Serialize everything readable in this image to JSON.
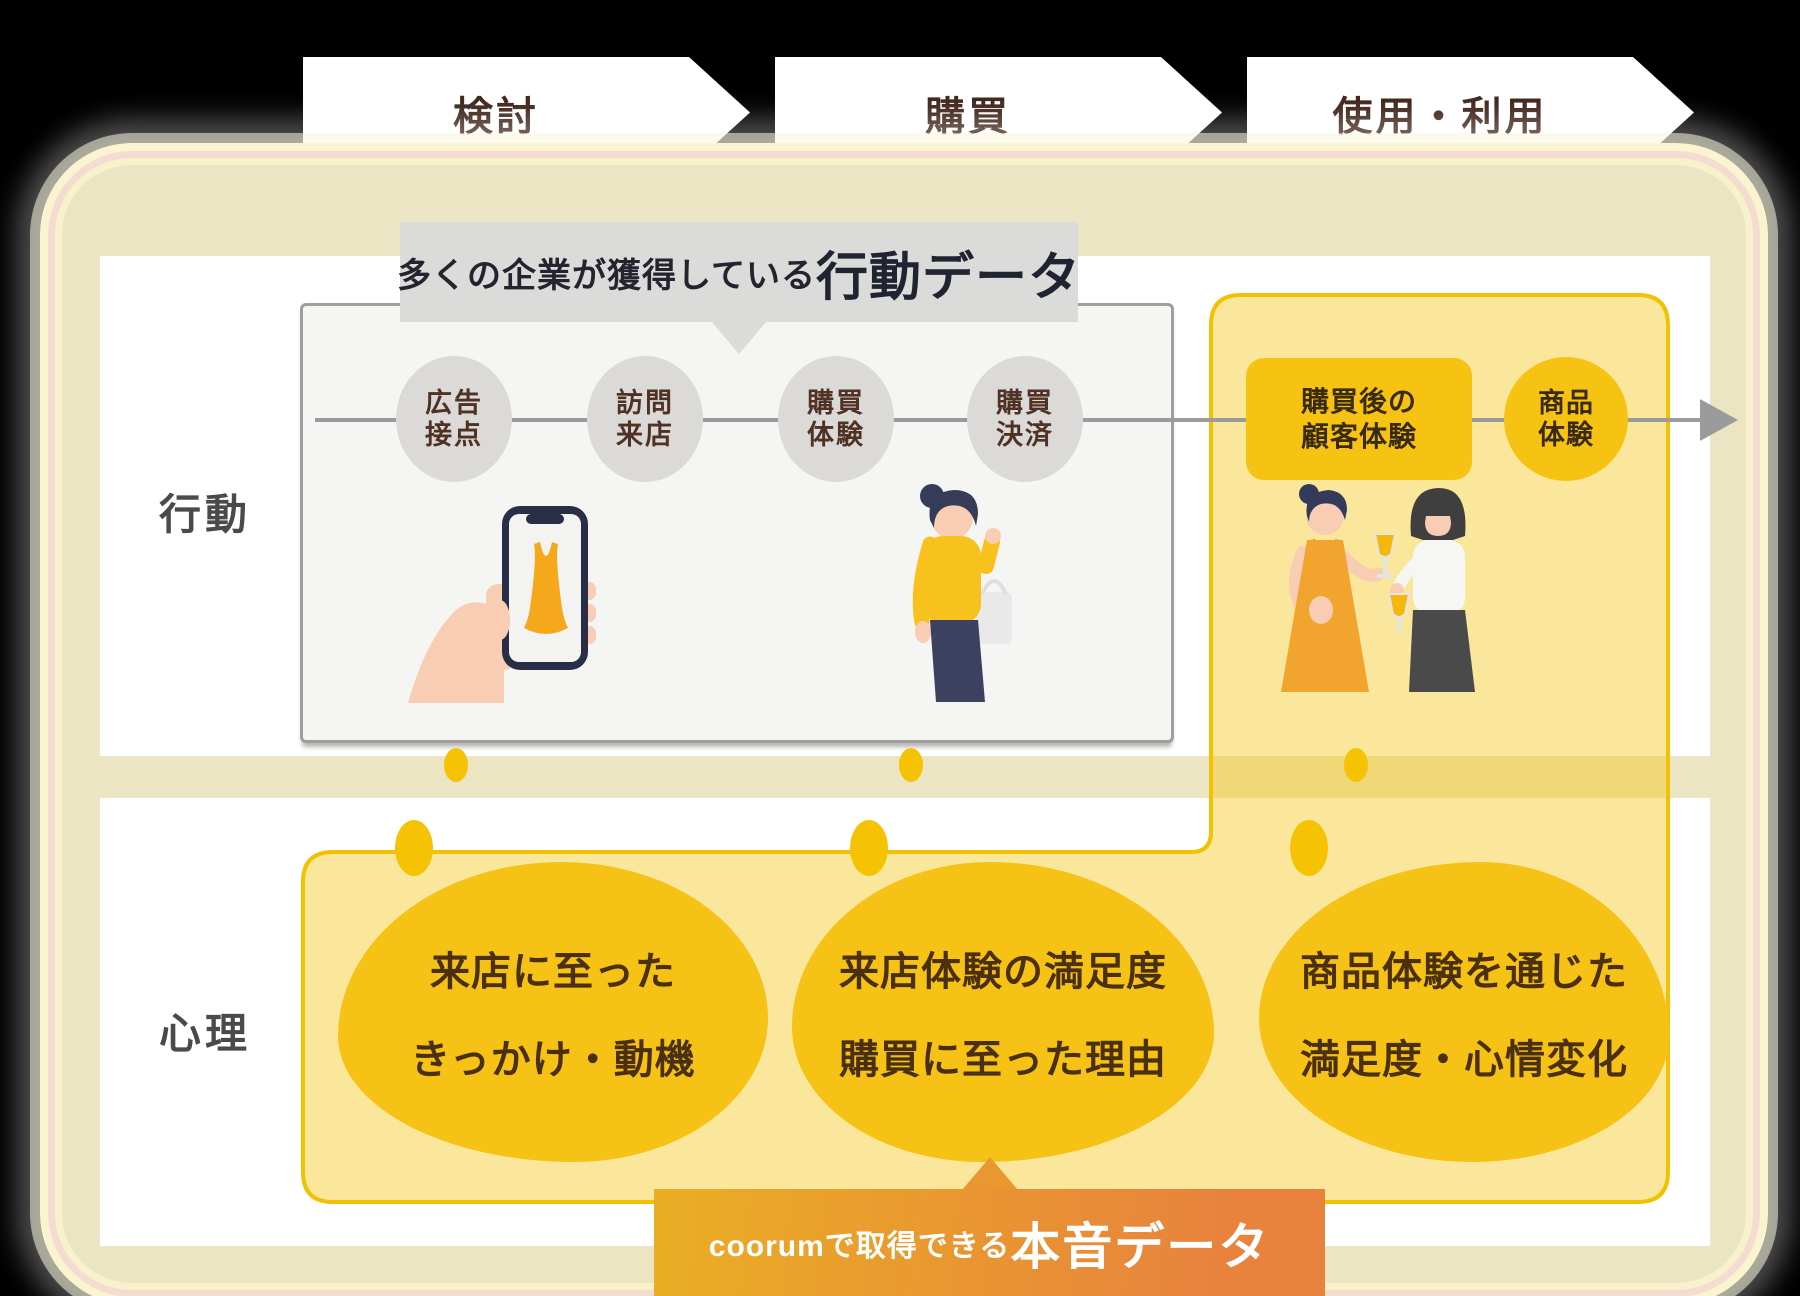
{
  "stage_arrows": [
    {
      "label": "検討"
    },
    {
      "label": "購買"
    },
    {
      "label": "使用・利用"
    }
  ],
  "row_labels": {
    "behavior": "行動",
    "psychology": "心理"
  },
  "behavior_section": {
    "title_prefix": "多くの企業が獲得している",
    "title_emphasis": "行動データ",
    "steps": [
      {
        "line1": "広告",
        "line2": "接点"
      },
      {
        "line1": "訪問",
        "line2": "来店"
      },
      {
        "line1": "購買",
        "line2": "体験"
      },
      {
        "line1": "購買",
        "line2": "決済"
      }
    ],
    "highlight_box": {
      "line1": "購買後の",
      "line2": "顧客体験"
    },
    "highlight_circle": {
      "line1": "商品",
      "line2": "体験"
    }
  },
  "psychology_section": {
    "blobs": [
      {
        "line1": "来店に至った",
        "line2": "きっかけ・動機"
      },
      {
        "line1": "来店体験の満足度",
        "line2": "購買に至った理由"
      },
      {
        "line1": "商品体験を通じた",
        "line2": "満足度・心情変化"
      }
    ]
  },
  "banner": {
    "prefix": "coorumで取得できる",
    "emphasis": "本音データ"
  },
  "colors": {
    "gold": "#F6C312",
    "light_yellow_fill": "#FBE9A3",
    "gold_border": "#F2C103",
    "gray_circle": "#DBDAD9",
    "gray_box_fill": "#F5F5F4",
    "title_tag_bg": "#DBDBDA",
    "banner_gradient_start": "#EAAE24",
    "banner_gradient_end": "#E8823D",
    "arrow_text": "#40261C",
    "beige_frame": "#ECE5C3"
  }
}
